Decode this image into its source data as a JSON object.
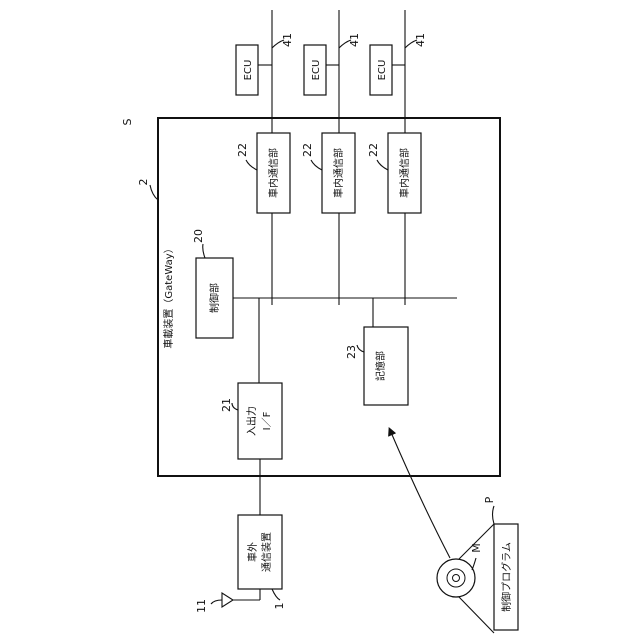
{
  "diagram": {
    "ecu_label": "ECU",
    "ecu_ref": "41",
    "gateway_title": "車載装置（GateWay）",
    "gateway_ref": "2",
    "s_label": "S",
    "control_unit": {
      "label": "制御部",
      "ref": "20"
    },
    "io_interface": {
      "line1": "入出力",
      "line2": "I／F",
      "ref": "21"
    },
    "in_vehicle_comm": {
      "label": "車内通信部",
      "ref": "22"
    },
    "storage_unit": {
      "label": "記憶部",
      "ref": "23"
    },
    "external_comm": {
      "line1": "車外",
      "line2": "通信装置",
      "ref": "1"
    },
    "antenna_ref": "11",
    "media": {
      "ref": "M"
    },
    "program": {
      "label": "制御プログラム",
      "ref": "P"
    }
  }
}
